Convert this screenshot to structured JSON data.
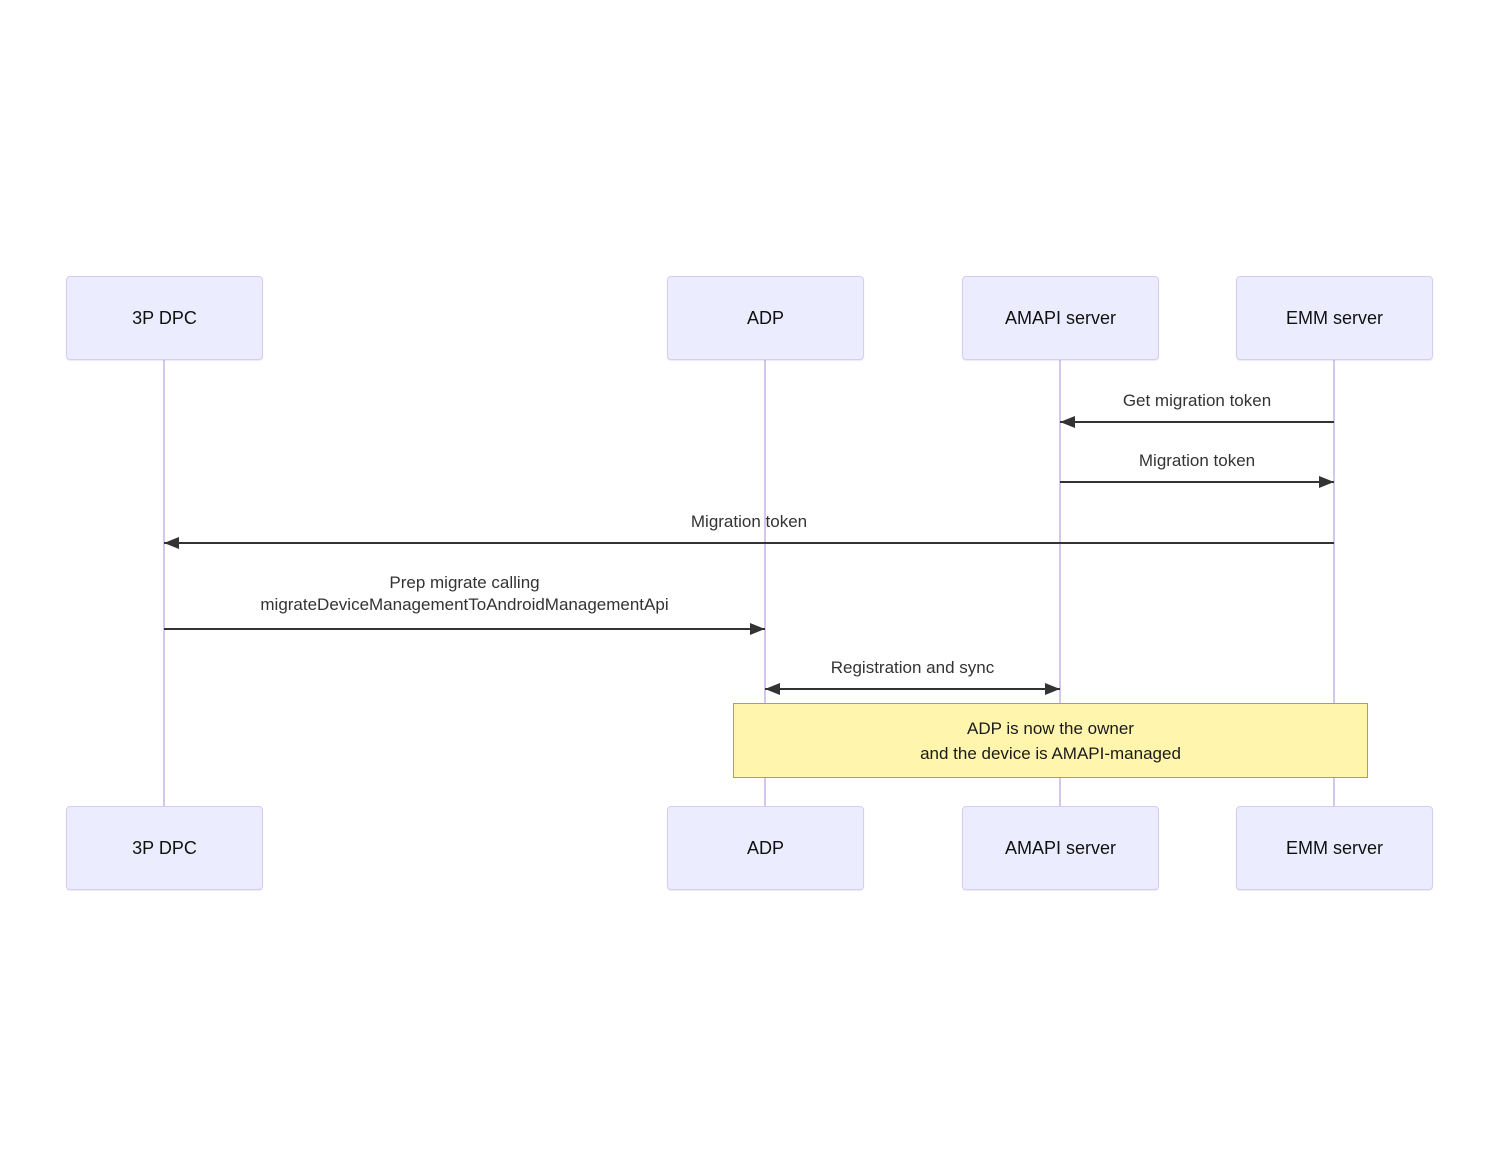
{
  "diagram": {
    "type": "sequence",
    "actors": [
      {
        "label": "3P DPC"
      },
      {
        "label": "ADP"
      },
      {
        "label": "AMAPI server"
      },
      {
        "label": "EMM server"
      }
    ],
    "messages": [
      {
        "from": "EMM server",
        "to": "AMAPI server",
        "label": "Get migration token",
        "arrow": "left"
      },
      {
        "from": "AMAPI server",
        "to": "EMM server",
        "label": "Migration token",
        "arrow": "right"
      },
      {
        "from": "EMM server",
        "to": "3P DPC",
        "label": "Migration token",
        "arrow": "left"
      },
      {
        "from": "3P DPC",
        "to": "ADP",
        "label": "Prep migrate calling",
        "label2": "migrateDeviceManagementToAndroidManagementApi",
        "arrow": "right"
      },
      {
        "from": "ADP",
        "to": "AMAPI server",
        "label": "Registration and sync",
        "arrow": "both"
      }
    ],
    "note": {
      "line1": "ADP is now the owner",
      "line2": "and the device is AMAPI-managed"
    },
    "colors": {
      "background": "#FFFFFF",
      "actor_fill": "#ECECFF",
      "actor_border": "#D8CCF0",
      "actor_text": "#111111",
      "lifeline": "#D5C6EB",
      "arrow": "#333333",
      "message_text": "#333333",
      "note_fill": "#FFF5AD",
      "note_border": "#AAAA33",
      "note_text": "#1A1A1A"
    }
  }
}
